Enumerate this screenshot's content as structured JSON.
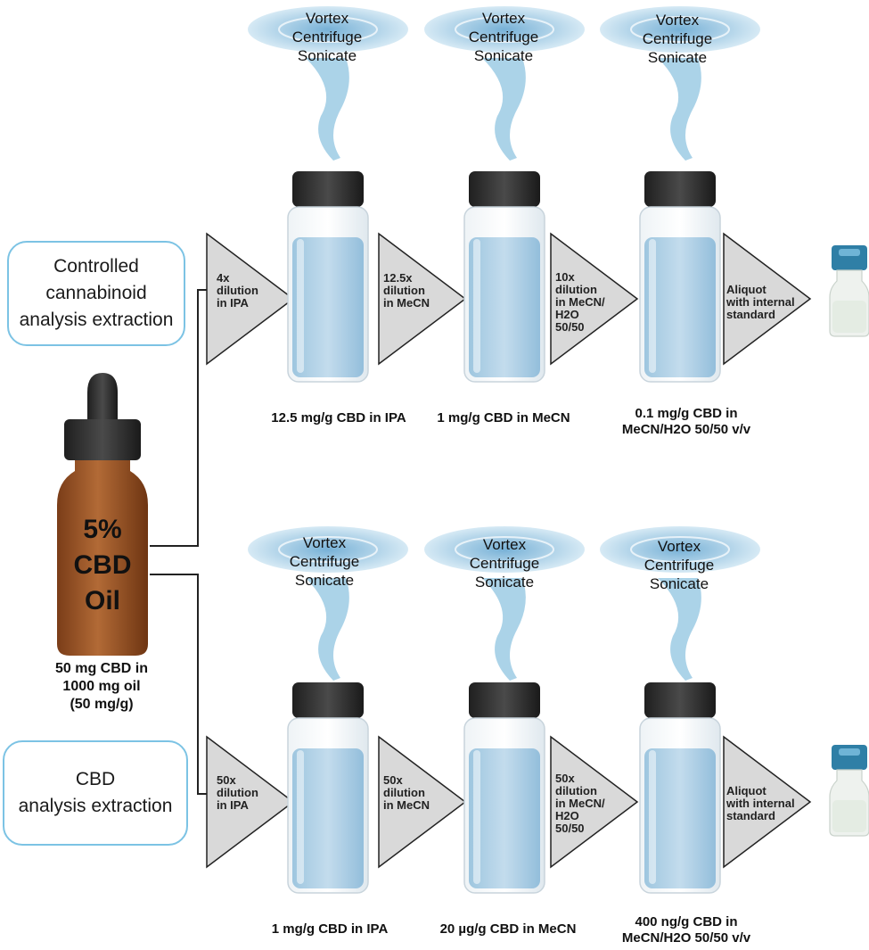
{
  "rows": [
    {
      "box_label": "Controlled\ncannabinoid\nanalysis extraction",
      "steps": [
        {
          "dilution": "4x\ndilution\nin IPA",
          "process": "Vortex\nCentrifuge\nSonicate",
          "result": "12.5 mg/g CBD in IPA"
        },
        {
          "dilution": "12.5x\ndilution\nin MeCN",
          "process": "Vortex\nCentrifuge\nSonicate",
          "result": "1 mg/g CBD in MeCN"
        },
        {
          "dilution": "10x\ndilution\nin MeCN/\nH2O\n50/50",
          "process": "Vortex\nCentrifuge\nSonicate",
          "result": "0.1 mg/g CBD in\nMeCN/H2O 50/50 v/v"
        }
      ],
      "final_step": "Aliquot\nwith internal\nstandard"
    },
    {
      "box_label": "CBD\nanalysis extraction",
      "steps": [
        {
          "dilution": "50x\ndilution\nin IPA",
          "process": "Vortex\nCentrifuge\nSonicate",
          "result": "1 mg/g CBD in IPA"
        },
        {
          "dilution": "50x\ndilution\nin MeCN",
          "process": "Vortex\nCentrifuge\nSonicate",
          "result": "20 µg/g CBD in MeCN"
        },
        {
          "dilution": "50x\ndilution\nin MeCN/\nH2O\n50/50",
          "process": "Vortex\nCentrifuge\nSonicate",
          "result": "400 ng/g CBD in\nMeCN/H2O 50/50 v/v"
        }
      ],
      "final_step": "Aliquot\nwith internal\nstandard"
    }
  ],
  "bottle": {
    "label": "5%\nCBD\nOil",
    "caption": "50 mg CBD in\n1000 mg oil\n(50 mg/g)"
  },
  "colors": {
    "box_border": "#7cc3e4",
    "liquid": "#a9cde3",
    "tornado": "#8fc1de",
    "cap": "#3a3a3a",
    "oil": "#a0582a",
    "triangle": "#d9d9d9",
    "vial_cap": "#2f7fa6"
  }
}
